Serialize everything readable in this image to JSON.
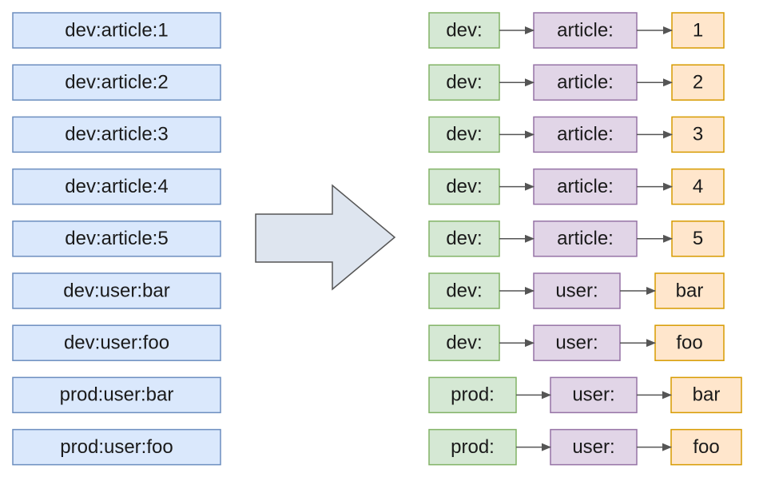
{
  "keys": [
    "dev:article:1",
    "dev:article:2",
    "dev:article:3",
    "dev:article:4",
    "dev:article:5",
    "dev:user:bar",
    "dev:user:foo",
    "prod:user:bar",
    "prod:user:foo"
  ],
  "trees": [
    [
      "dev:",
      "article:",
      "1"
    ],
    [
      "dev:",
      "article:",
      "2"
    ],
    [
      "dev:",
      "article:",
      "3"
    ],
    [
      "dev:",
      "article:",
      "4"
    ],
    [
      "dev:",
      "article:",
      "5"
    ],
    [
      "dev:",
      "user:",
      "bar"
    ],
    [
      "dev:",
      "user:",
      "foo"
    ],
    [
      "prod:",
      "user:",
      "bar"
    ],
    [
      "prod:",
      "user:",
      "foo"
    ]
  ],
  "colors": {
    "key_fill": "#dae8fc",
    "key_stroke": "#6c8ebf",
    "level1_fill": "#d5e8d4",
    "level1_stroke": "#82b366",
    "level2_fill": "#e1d5e7",
    "level2_stroke": "#9673a6",
    "level3_fill": "#ffe6cc",
    "level3_stroke": "#d79b00",
    "arrow_fill": "#dee5ef",
    "arrow_stroke": "#555555",
    "connector": "#555555"
  }
}
